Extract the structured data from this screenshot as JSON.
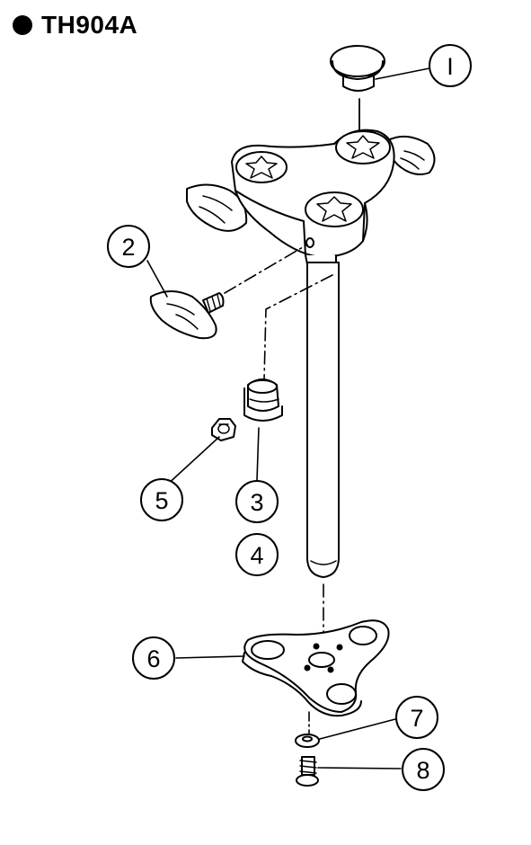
{
  "title": "TH904A",
  "callouts": [
    {
      "id": "1",
      "label": "I",
      "part": "rubber cap"
    },
    {
      "id": "2",
      "label": "2",
      "part": "wing bolt"
    },
    {
      "id": "3",
      "label": "3",
      "part": "bushing"
    },
    {
      "id": "4",
      "label": "4",
      "part": "rod"
    },
    {
      "id": "5",
      "label": "5",
      "part": "nut"
    },
    {
      "id": "6",
      "label": "6",
      "part": "base plate"
    },
    {
      "id": "7",
      "label": "7",
      "part": "washer"
    },
    {
      "id": "8",
      "label": "8",
      "part": "screw"
    }
  ]
}
